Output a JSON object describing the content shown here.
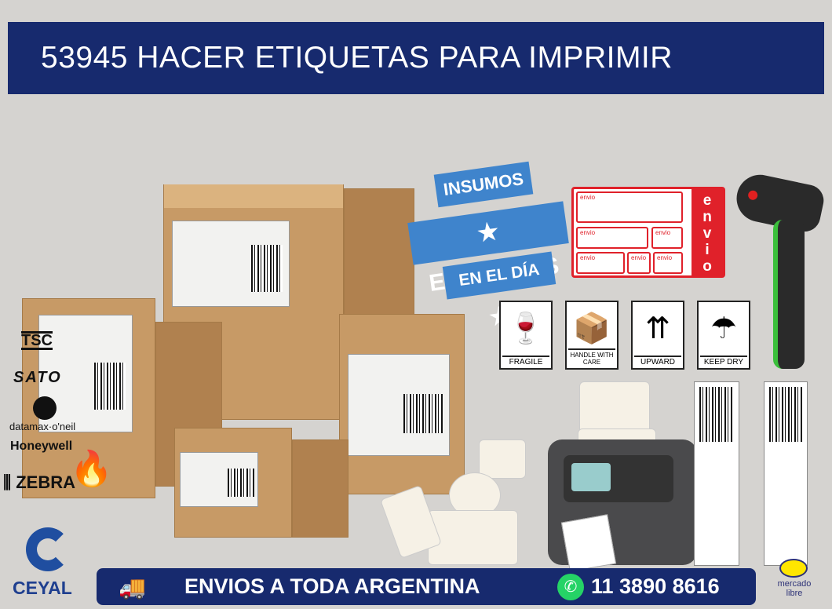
{
  "header": {
    "title": "53945 HACER ETIQUETAS PARA IMPRIMIR"
  },
  "ribbons": {
    "line1": "INSUMOS",
    "line2": "ENTREGAS",
    "line3": "EN EL DÍA"
  },
  "envio_label": {
    "word": "envio",
    "side_letters": [
      "e",
      "n",
      "v",
      "i",
      "o"
    ]
  },
  "pictograms": [
    {
      "icon": "fragile-glass-icon",
      "label": "FRAGILE"
    },
    {
      "icon": "handle-with-care-icon",
      "label": "HANDLE WITH CARE"
    },
    {
      "icon": "upward-arrows-icon",
      "label": "UPWARD"
    },
    {
      "icon": "keep-dry-umbrella-icon",
      "label": "KEEP DRY"
    }
  ],
  "brands": [
    "TSC",
    "SATO",
    "datamax·o'neil",
    "Honeywell",
    "ZEBRA"
  ],
  "company": {
    "name": "CEYAL"
  },
  "bottom_bar": {
    "shipping": "ENVIOS A TODA ARGENTINA",
    "phone": "11 3890 8616"
  },
  "marketplace": {
    "name": "mercado libre"
  },
  "colors": {
    "navy": "#172a6e",
    "ribbon_blue": "#3f84cc",
    "envio_red": "#e0212a",
    "whatsapp_green": "#25d366",
    "background": "#d5d3d0"
  }
}
